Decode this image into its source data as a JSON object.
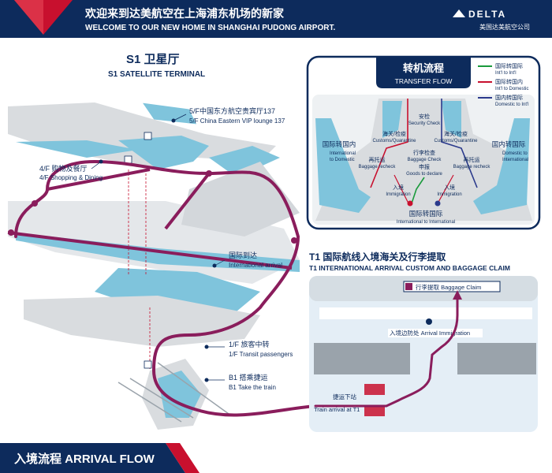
{
  "colors": {
    "navy": "#0d2b5c",
    "red": "#c8102e",
    "green": "#1a9a3c",
    "purple": "#8a1d5c",
    "lightblue": "#7fc4dc",
    "floor": "#d9dcdf",
    "mapbg": "#e4eef6"
  },
  "header": {
    "title_cn": "欢迎来到达美航空在上海浦东机场的新家",
    "title_en": "WELCOME TO OUR NEW HOME IN SHANGHAI PUDONG AIRPORT.",
    "brand": "DELTA",
    "brand_sub": "美国达美航空公司"
  },
  "s1": {
    "title_cn": "S1 卫星厅",
    "title_en": "S1 SATELLITE TERMINAL",
    "labels": [
      {
        "cn": "5/F中国东方航空贵宾厅137",
        "en": "5/F China Eastern VIP lounge 137"
      },
      {
        "cn": "4/F 购物及餐厅",
        "en": "4/F Shopping & Dining"
      },
      {
        "cn": "国际到达",
        "en": "International arrival"
      },
      {
        "cn": "1/F 旅客中转",
        "en": "1/F Transit passengers"
      },
      {
        "cn": "B1 搭乘捷运",
        "en": "B1 Take the train"
      }
    ]
  },
  "transfer": {
    "title_cn": "转机流程",
    "title_en": "TRANSFER FLOW",
    "legend": [
      {
        "cn": "国际转国际",
        "en": "Int'l to Int'l",
        "color": "#1a9a3c"
      },
      {
        "cn": "国际转国内",
        "en": "Int'l to Domestic",
        "color": "#c8102e"
      },
      {
        "cn": "国内转国际",
        "en": "Domestic to Int'l",
        "color": "#2b3a8c"
      }
    ],
    "labels": {
      "security_cn": "安检",
      "security_en": "Security Check",
      "customs_l_cn": "海关/检疫",
      "customs_l_en": "Customs/Quarantine",
      "customs_r_cn": "海关/检疫",
      "customs_r_en": "Customs/Quarantine",
      "baggage_cn": "行李检查",
      "baggage_en": "Baggage Check",
      "declare_cn": "申报",
      "declare_en": "Goods to declare",
      "recheck_l_cn": "再托运",
      "recheck_l_en": "Baggage recheck",
      "recheck_r_cn": "再托运",
      "recheck_r_en": "Baggage recheck",
      "imm_l_cn": "入境",
      "imm_l_en": "Immigration",
      "imm_r_cn": "入境",
      "imm_r_en": "Immigration",
      "i2d_cn": "国际转国内",
      "i2d_en": "International to Domestic",
      "d2i_cn": "国内转国际",
      "d2i_en": "Domestic to International",
      "i2i_cn": "国际转国际",
      "i2i_en": "International to International"
    }
  },
  "t1": {
    "title_cn": "T1 国际航线入境海关及行李提取",
    "title_en": "T1 INTERNATIONAL ARRIVAL CUSTOM AND BAGGAGE CLAIM",
    "baggage_claim": "行李提取 Baggage Claim",
    "immigration": "入境边防处 Arrival Immigration",
    "train_stop": "捷运下站",
    "train_arrival": "Train arrival at T1"
  },
  "footer": {
    "title": "入境流程 ARRIVAL FLOW"
  }
}
